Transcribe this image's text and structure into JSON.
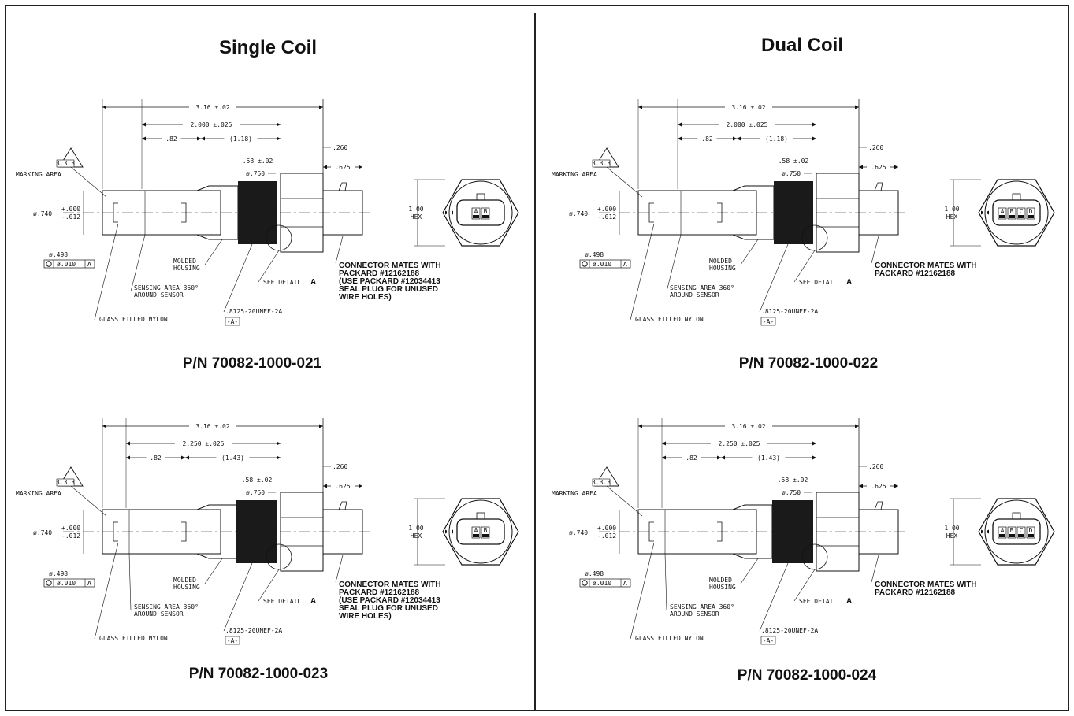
{
  "columns": [
    {
      "title": "Single Coil"
    },
    {
      "title": "Dual Coil"
    }
  ],
  "drawings": [
    {
      "part_number": "P/N 70082-1000-021",
      "dims": {
        "overall": "3.16 ±.02",
        "body": "2.000 ±.025",
        "seg1": ".82",
        "seg2": "(1.18)",
        "thread_len": ".58 ±.02",
        "thread_dia": "ø.750",
        "hex_h": ".260",
        "conn": ".625",
        "dia": "ø.740",
        "tol_plus": "+.000",
        "tol_minus": "-.012",
        "dia2": "ø.498",
        "fcf": "ø.010",
        "fcf_datum": "A",
        "hex": "1.00",
        "hex_label": "HEX",
        "note_box": "3.3.3"
      },
      "labels": {
        "marking": "MARKING AREA",
        "molded1": "MOLDED",
        "molded2": "HOUSING",
        "sensing1": "SENSING AREA 360°",
        "sensing2": "AROUND SENSOR",
        "glass": "GLASS FILLED NYLON",
        "detail": "SEE DETAIL",
        "detail_letter": "A",
        "thread": ".8125-20UNEF-2A",
        "datum": "-A-"
      },
      "connector_note": [
        "CONNECTOR MATES WITH",
        "PACKARD #12162188",
        "(USE PACKARD #12034413",
        "SEAL PLUG FOR UNUSED",
        "WIRE HOLES)"
      ],
      "pins": [
        "A",
        "B"
      ]
    },
    {
      "part_number": "P/N 70082-1000-022",
      "dims": {
        "overall": "3.16 ±.02",
        "body": "2.000 ±.025",
        "seg1": ".82",
        "seg2": "(1.18)",
        "thread_len": ".58 ±.02",
        "thread_dia": "ø.750",
        "hex_h": ".260",
        "conn": ".625",
        "dia": "ø.740",
        "tol_plus": "+.000",
        "tol_minus": "-.012",
        "dia2": "ø.498",
        "fcf": "ø.010",
        "fcf_datum": "A",
        "hex": "1.00",
        "hex_label": "HEX",
        "note_box": "3.3.3"
      },
      "labels": {
        "marking": "MARKING AREA",
        "molded1": "MOLDED",
        "molded2": "HOUSING",
        "sensing1": "SENSING AREA 360°",
        "sensing2": "AROUND SENSOR",
        "glass": "GLASS FILLED NYLON",
        "detail": "SEE DETAIL",
        "detail_letter": "A",
        "thread": ".8125-20UNEF-2A",
        "datum": "-A-"
      },
      "connector_note": [
        "CONNECTOR MATES WITH",
        "PACKARD #12162188"
      ],
      "pins": [
        "A",
        "B",
        "C",
        "D"
      ]
    },
    {
      "part_number": "P/N 70082-1000-023",
      "dims": {
        "overall": "3.16 ±.02",
        "body": "2.250 ±.025",
        "seg1": ".82",
        "seg2": "(1.43)",
        "thread_len": ".58 ±.02",
        "thread_dia": "ø.750",
        "hex_h": ".260",
        "conn": ".625",
        "dia": "ø.740",
        "tol_plus": "+.000",
        "tol_minus": "-.012",
        "dia2": "ø.498",
        "fcf": "ø.010",
        "fcf_datum": "A",
        "hex": "1.00",
        "hex_label": "HEX",
        "note_box": "3.3.3"
      },
      "labels": {
        "marking": "MARKING AREA",
        "molded1": "MOLDED",
        "molded2": "HOUSING",
        "sensing1": "SENSING AREA 360°",
        "sensing2": "AROUND SENSOR",
        "glass": "GLASS FILLED NYLON",
        "detail": "SEE DETAIL",
        "detail_letter": "A",
        "thread": ".8125-20UNEF-2A",
        "datum": "-A-"
      },
      "connector_note": [
        "CONNECTOR MATES WITH",
        "PACKARD #12162188",
        "(USE PACKARD #12034413",
        "SEAL PLUG FOR UNUSED",
        "WIRE HOLES)"
      ],
      "pins": [
        "A",
        "B"
      ]
    },
    {
      "part_number": "P/N 70082-1000-024",
      "dims": {
        "overall": "3.16 ±.02",
        "body": "2.250 ±.025",
        "seg1": ".82",
        "seg2": "(1.43)",
        "thread_len": ".58 ±.02",
        "thread_dia": "ø.750",
        "hex_h": ".260",
        "conn": ".625",
        "dia": "ø.740",
        "tol_plus": "+.000",
        "tol_minus": "-.012",
        "dia2": "ø.498",
        "fcf": "ø.010",
        "fcf_datum": "A",
        "hex": "1.00",
        "hex_label": "HEX",
        "note_box": "3.3.3"
      },
      "labels": {
        "marking": "MARKING AREA",
        "molded1": "MOLDED",
        "molded2": "HOUSING",
        "sensing1": "SENSING AREA 360°",
        "sensing2": "AROUND SENSOR",
        "glass": "GLASS FILLED NYLON",
        "detail": "SEE DETAIL",
        "detail_letter": "A",
        "thread": ".8125-20UNEF-2A",
        "datum": "-A-"
      },
      "connector_note": [
        "CONNECTOR MATES WITH",
        "PACKARD #12162188"
      ],
      "pins": [
        "A",
        "B",
        "C",
        "D"
      ]
    }
  ]
}
